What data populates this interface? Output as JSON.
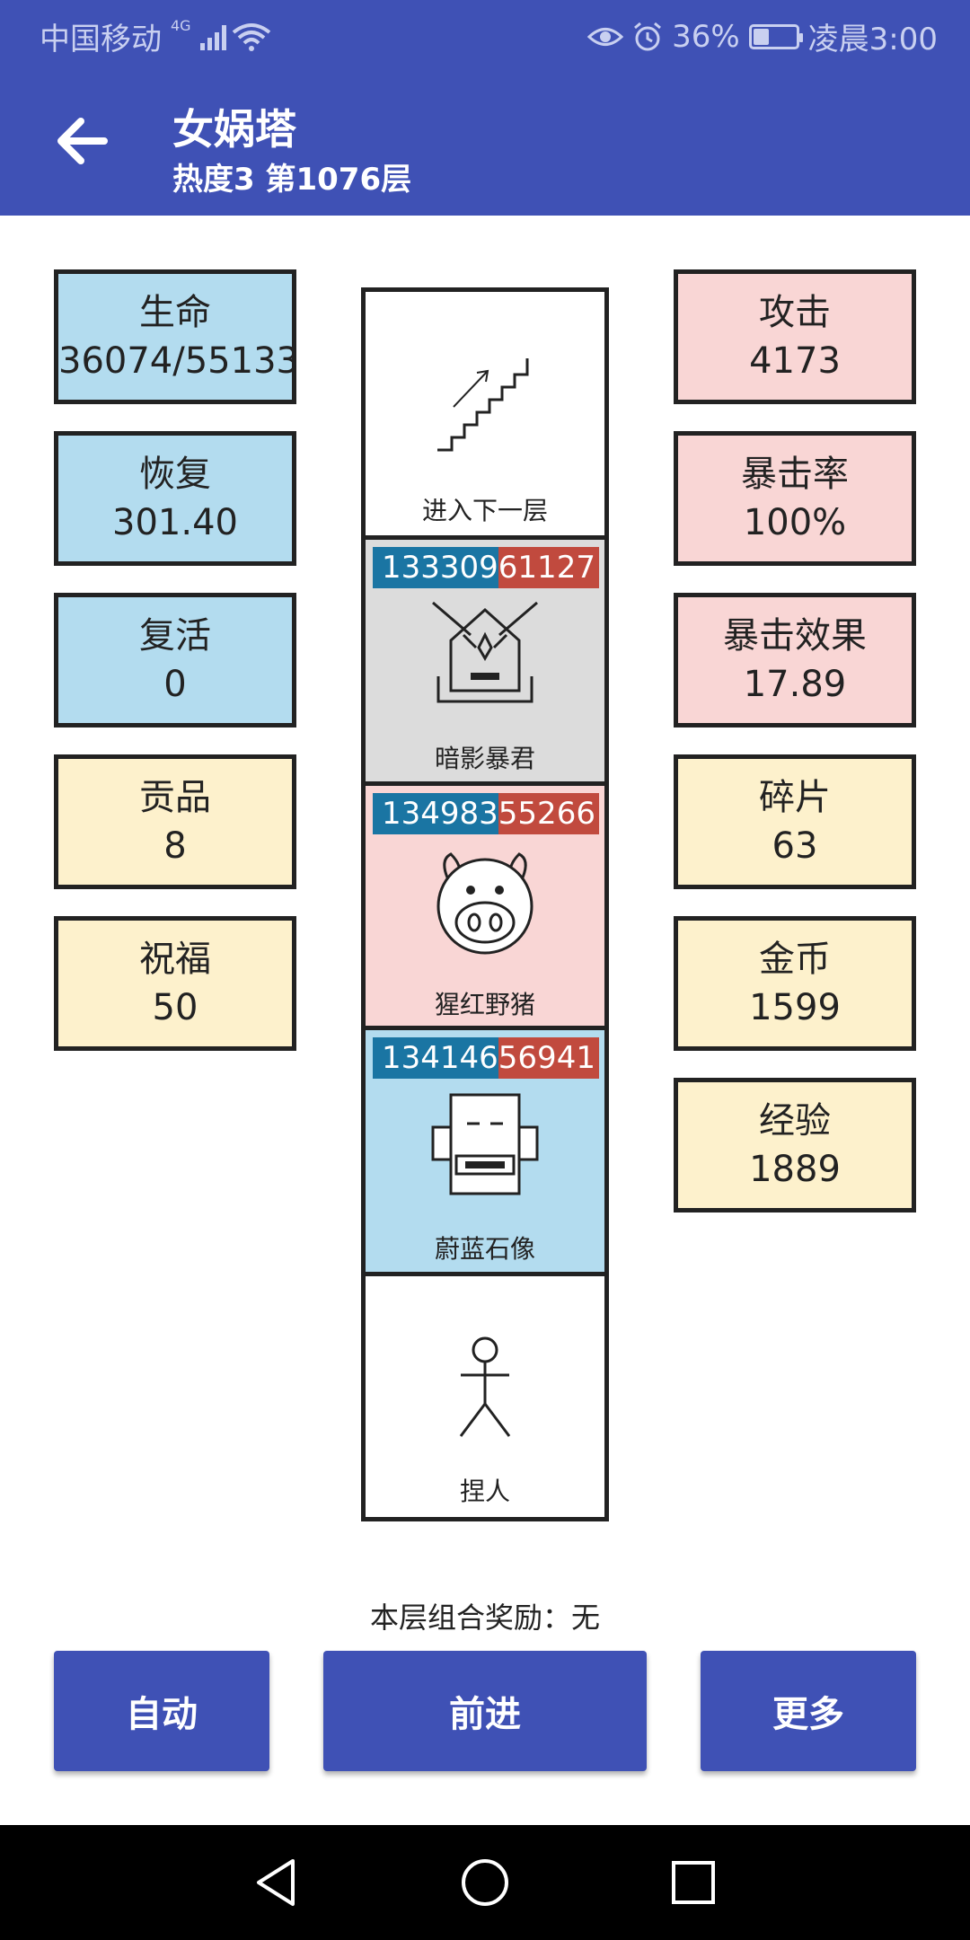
{
  "status_bar": {
    "carrier": "中国移动",
    "network": "4G",
    "battery": "36%",
    "battery_level": 0.36,
    "time": "凌晨3:00"
  },
  "app_bar": {
    "title": "女娲塔",
    "subtitle": "热度3 第1076层"
  },
  "left_stats": [
    {
      "label": "生命",
      "value": "36074/55133",
      "color": "#b3dcef"
    },
    {
      "label": "恢复",
      "value": "301.40",
      "color": "#b3dcef"
    },
    {
      "label": "复活",
      "value": "0",
      "color": "#b3dcef"
    },
    {
      "label": "贡品",
      "value": "8",
      "color": "#fdf1cc"
    },
    {
      "label": "祝福",
      "value": "50",
      "color": "#fdf1cc"
    }
  ],
  "right_stats": [
    {
      "label": "攻击",
      "value": "4173",
      "color": "#f9d6d5"
    },
    {
      "label": "暴击率",
      "value": "100%",
      "color": "#f9d6d5"
    },
    {
      "label": "暴击效果",
      "value": "17.89",
      "color": "#f9d6d5"
    },
    {
      "label": "碎片",
      "value": "63",
      "color": "#fdf1cc"
    },
    {
      "label": "金币",
      "value": "1599",
      "color": "#fdf1cc"
    },
    {
      "label": "经验",
      "value": "1889",
      "color": "#fdf1cc"
    }
  ],
  "tower": [
    {
      "name": "进入下一层",
      "icon": "stairs-icon",
      "bg": "#ffffff"
    },
    {
      "name": "暗影暴君",
      "icon": "shadow-tyrant-icon",
      "bg": "#dcdcdc",
      "hp_blue": "133309",
      "hp_red": "61127"
    },
    {
      "name": "猩红野猪",
      "icon": "pig-icon",
      "bg": "#f9d6d5",
      "hp_blue": "134983",
      "hp_red": "55266"
    },
    {
      "name": "蔚蓝石像",
      "icon": "stone-statue-icon",
      "bg": "#b3dcef",
      "hp_blue": "134146",
      "hp_red": "56941"
    },
    {
      "name": "捏人",
      "icon": "stick-figure-icon",
      "bg": "#ffffff"
    }
  ],
  "bonus_text": "本层组合奖励：无",
  "buttons": {
    "auto": "自动",
    "forward": "前进",
    "more": "更多"
  },
  "colors": {
    "primary": "#3f51b5",
    "hp_blue": "#1a75a3",
    "hp_red": "#c14a3e"
  }
}
